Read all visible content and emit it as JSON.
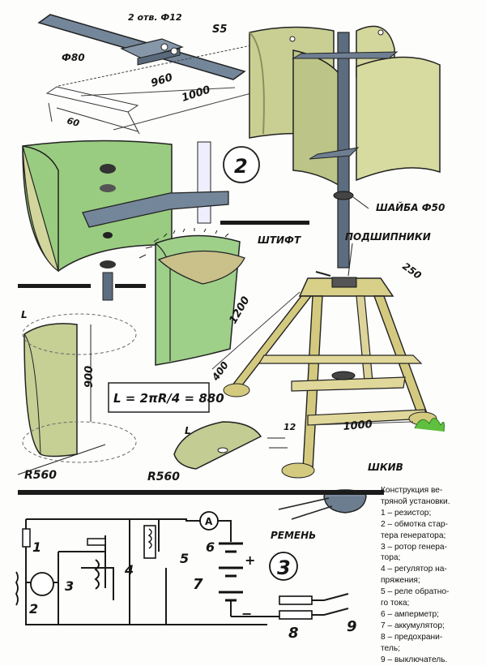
{
  "labels": {
    "dim_holes": "2 отв. Ф12",
    "dim_s5": "S5",
    "dim_80": "Ф80",
    "dim_960": "960",
    "dim_1000_top": "1000",
    "dim_60": "60",
    "fig2": "2",
    "fig3": "3",
    "washer": "ШАЙБА Ф50",
    "pin": "ШТИФТ",
    "bearings": "ПОДШИПНИКИ",
    "dim_250": "250",
    "dim_1200": "1200",
    "dim_400": "400",
    "dim_1000_base": "1000",
    "dim_900": "900",
    "formula": "L = 2πR/4 = 880",
    "r560_left": "R560",
    "r560_mid": "R560",
    "dim_l_left": "L",
    "dim_l_mid": "L",
    "dim_12": "12",
    "pulley": "ШКИВ",
    "belt": "РЕМЕНЬ",
    "ammeter": "A",
    "n1": "1",
    "n2": "2",
    "n3": "3",
    "n4": "4",
    "n5": "5",
    "n6": "6",
    "n7": "7",
    "n8": "8",
    "n9": "9",
    "plus": "+",
    "minus": "−"
  },
  "caption": [
    "Конструкция ве-",
    "тряной установки.",
    "1 – резистор;",
    "2 – обмотка стар-",
    "тера генератора;",
    "3 – ротор генера-",
    "тора;",
    "4 – регулятор на-",
    "пряжения;",
    "5 – реле обратно-",
    "го тока;",
    "6 – амперметр;",
    "7 – аккумулятор;",
    "8 – предохрани-",
    "тель;",
    "9 – выключатель."
  ],
  "colors": {
    "blade": "#cfd597",
    "blade_green": "#93c77c",
    "steel": "#6f7f92",
    "wood": "#d9cf86",
    "ink": "#161616"
  }
}
